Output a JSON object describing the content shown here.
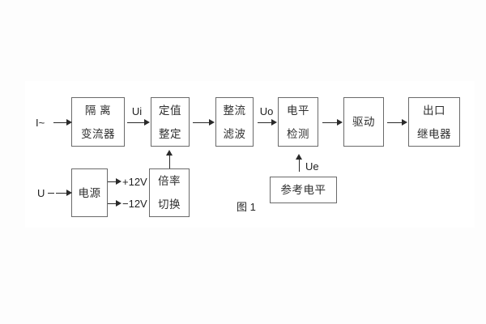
{
  "figure": {
    "caption": "图 1"
  },
  "inputs": {
    "current_input": "I~",
    "voltage_input": "U"
  },
  "signal_labels": {
    "ui": "Ui",
    "uo": "Uo",
    "ue": "Ue",
    "plus_12v": "+12V",
    "minus_12v": "−12V"
  },
  "blocks": {
    "isolation_transformer": {
      "lines": [
        "隔 离",
        "变流器"
      ]
    },
    "setpoint_setting": {
      "lines": [
        "定值",
        "整定"
      ]
    },
    "rectifier_filter": {
      "lines": [
        "整流",
        "滤波"
      ]
    },
    "level_detector": {
      "lines": [
        "电平",
        "检测"
      ]
    },
    "driver": {
      "lines": [
        "驱动"
      ]
    },
    "output_relay": {
      "lines": [
        "出口",
        "继电器"
      ]
    },
    "power_supply": {
      "lines": [
        "电源"
      ]
    },
    "ratio_switch": {
      "lines": [
        "倍率",
        "切换"
      ]
    },
    "reference_level": {
      "lines": [
        "参考电平"
      ]
    }
  },
  "colors": {
    "background": "#fdfdfd",
    "panel": "#ffffff",
    "box_border": "#6a6a6a",
    "text": "#2e2e2e",
    "line": "#2a2a2a"
  }
}
